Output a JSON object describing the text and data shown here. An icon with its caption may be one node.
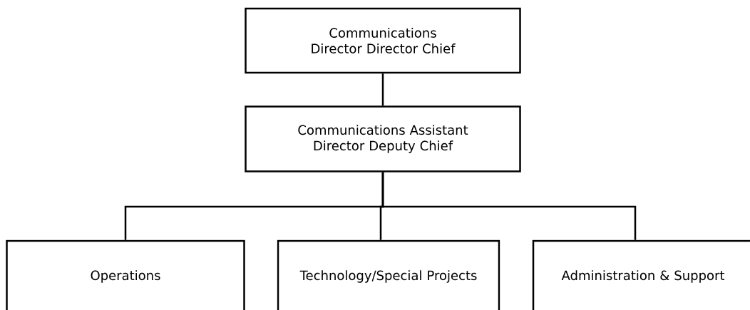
{
  "diagram": {
    "nodes": [
      {
        "text": [
          "Communications Director Director Chief"
        ]
      },
      {
        "text": [
          "Communications Assistant Director Deputy Chief"
        ]
      },
      {
        "text": [
          "Operations"
        ]
      },
      {
        "text": [
          "Technology/Special Projects"
        ]
      },
      {
        "text": [
          "Administration & Support"
        ]
      }
    ],
    "edges": [
      {
        "from": 0,
        "to": 1,
        "arrow": "none"
      },
      {
        "from": 1,
        "to": 2,
        "arrow": "none"
      },
      {
        "from": 1,
        "to": 3,
        "arrow": "none"
      },
      {
        "from": 1,
        "to": 4,
        "arrow": "none"
      }
    ]
  }
}
